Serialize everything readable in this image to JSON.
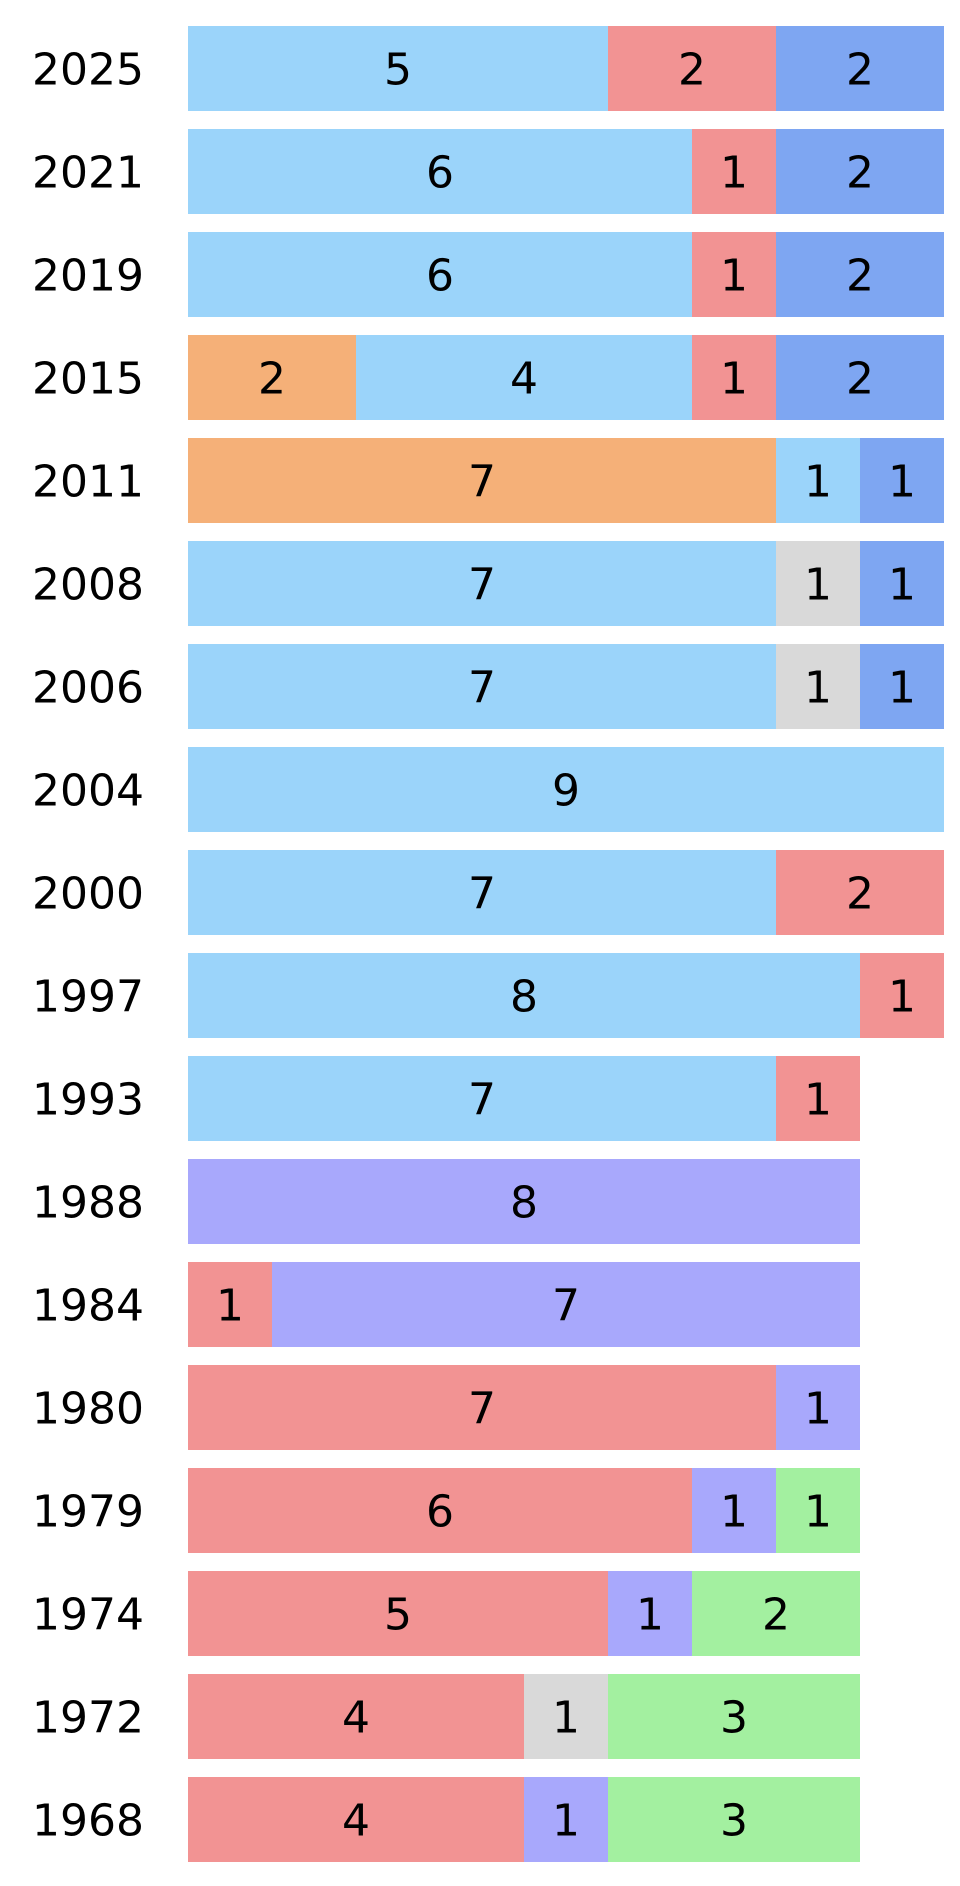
{
  "chart_data": {
    "type": "bar",
    "orientation": "horizontal",
    "stacked": true,
    "grid": false,
    "legend": "none",
    "title": "",
    "xlabel": "",
    "ylabel": "",
    "xlim": [
      0,
      9
    ],
    "categories": [
      "2025",
      "2021",
      "2019",
      "2015",
      "2011",
      "2008",
      "2006",
      "2004",
      "2000",
      "1997",
      "1993",
      "1988",
      "1984",
      "1980",
      "1979",
      "1974",
      "1972",
      "1968"
    ],
    "rows": [
      {
        "year": "2025",
        "segments": [
          {
            "value": 5,
            "color": "#9bd4fa"
          },
          {
            "value": 2,
            "color": "#f29393"
          },
          {
            "value": 2,
            "color": "#7ea6f2"
          }
        ]
      },
      {
        "year": "2021",
        "segments": [
          {
            "value": 6,
            "color": "#9bd4fa"
          },
          {
            "value": 1,
            "color": "#f29393"
          },
          {
            "value": 2,
            "color": "#7ea6f2"
          }
        ]
      },
      {
        "year": "2019",
        "segments": [
          {
            "value": 6,
            "color": "#9bd4fa"
          },
          {
            "value": 1,
            "color": "#f29393"
          },
          {
            "value": 2,
            "color": "#7ea6f2"
          }
        ]
      },
      {
        "year": "2015",
        "segments": [
          {
            "value": 2,
            "color": "#f5b078"
          },
          {
            "value": 4,
            "color": "#9bd4fa"
          },
          {
            "value": 1,
            "color": "#f29393"
          },
          {
            "value": 2,
            "color": "#7ea6f2"
          }
        ]
      },
      {
        "year": "2011",
        "segments": [
          {
            "value": 7,
            "color": "#f5b078"
          },
          {
            "value": 1,
            "color": "#9bd4fa"
          },
          {
            "value": 1,
            "color": "#7ea6f2"
          }
        ]
      },
      {
        "year": "2008",
        "segments": [
          {
            "value": 7,
            "color": "#9bd4fa"
          },
          {
            "value": 1,
            "color": "#d9d9d9"
          },
          {
            "value": 1,
            "color": "#7ea6f2"
          }
        ]
      },
      {
        "year": "2006",
        "segments": [
          {
            "value": 7,
            "color": "#9bd4fa"
          },
          {
            "value": 1,
            "color": "#d9d9d9"
          },
          {
            "value": 1,
            "color": "#7ea6f2"
          }
        ]
      },
      {
        "year": "2004",
        "segments": [
          {
            "value": 9,
            "color": "#9bd4fa"
          }
        ]
      },
      {
        "year": "2000",
        "segments": [
          {
            "value": 7,
            "color": "#9bd4fa"
          },
          {
            "value": 2,
            "color": "#f29393"
          }
        ]
      },
      {
        "year": "1997",
        "segments": [
          {
            "value": 8,
            "color": "#9bd4fa"
          },
          {
            "value": 1,
            "color": "#f29393"
          }
        ]
      },
      {
        "year": "1993",
        "segments": [
          {
            "value": 7,
            "color": "#9bd4fa"
          },
          {
            "value": 1,
            "color": "#f29393"
          }
        ]
      },
      {
        "year": "1988",
        "segments": [
          {
            "value": 8,
            "color": "#a8a8fc"
          }
        ]
      },
      {
        "year": "1984",
        "segments": [
          {
            "value": 1,
            "color": "#f29393"
          },
          {
            "value": 7,
            "color": "#a8a8fc"
          }
        ]
      },
      {
        "year": "1980",
        "segments": [
          {
            "value": 7,
            "color": "#f29393"
          },
          {
            "value": 1,
            "color": "#a8a8fc"
          }
        ]
      },
      {
        "year": "1979",
        "segments": [
          {
            "value": 6,
            "color": "#f29393"
          },
          {
            "value": 1,
            "color": "#a8a8fc"
          },
          {
            "value": 1,
            "color": "#a3f0a0"
          }
        ]
      },
      {
        "year": "1974",
        "segments": [
          {
            "value": 5,
            "color": "#f29393"
          },
          {
            "value": 1,
            "color": "#a8a8fc"
          },
          {
            "value": 2,
            "color": "#a3f0a0"
          }
        ]
      },
      {
        "year": "1972",
        "segments": [
          {
            "value": 4,
            "color": "#f29393"
          },
          {
            "value": 1,
            "color": "#d9d9d9"
          },
          {
            "value": 3,
            "color": "#a3f0a0"
          }
        ]
      },
      {
        "year": "1968",
        "segments": [
          {
            "value": 4,
            "color": "#f29393"
          },
          {
            "value": 1,
            "color": "#a8a8fc"
          },
          {
            "value": 3,
            "color": "#a3f0a0"
          }
        ]
      }
    ]
  }
}
